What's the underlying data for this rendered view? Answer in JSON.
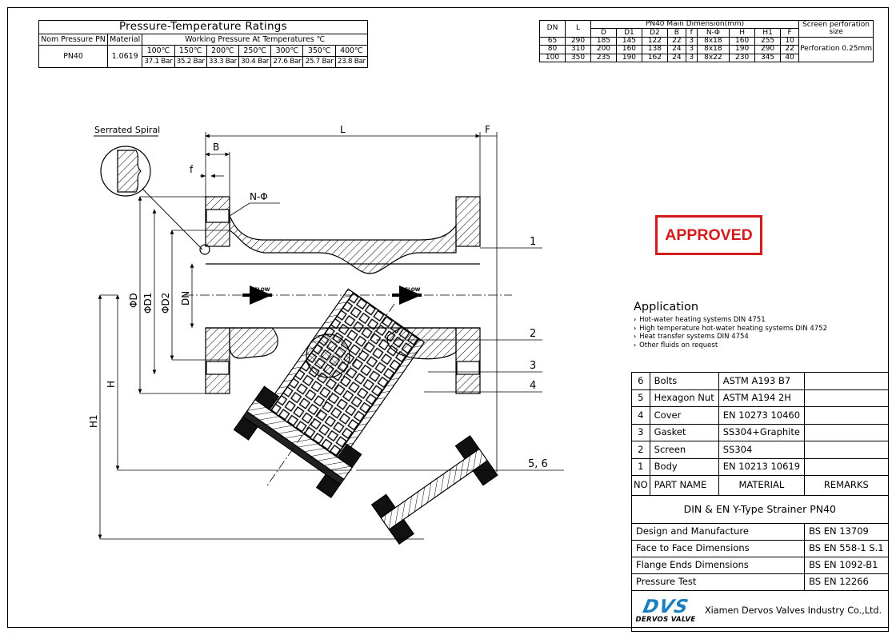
{
  "pt_table": {
    "title": "Pressure-Temperature Ratings",
    "col_nom": "Nom Pressure PN",
    "col_mat": "Material",
    "col_wp": "Working Pressure At Temperatures ℃",
    "nom_value": "PN40",
    "mat_value": "1.0619",
    "temps": [
      "100℃",
      "150℃",
      "200℃",
      "250℃",
      "300℃",
      "350℃",
      "400℃"
    ],
    "pressures": [
      "37.1 Bar",
      "35.2 Bar",
      "33.3 Bar",
      "30.4 Bar",
      "27.6 Bar",
      "25.7 Bar",
      "23.8 Bar"
    ]
  },
  "dim_table": {
    "col_dn": "DN",
    "col_l": "L",
    "group_title": "PN40 Main Dimension(mm)",
    "sub_headers": [
      "D",
      "D1",
      "D2",
      "B",
      "f",
      "N-Φ",
      "H",
      "H1",
      "F"
    ],
    "screen_header": "Screen perforation size",
    "rows": [
      [
        "65",
        "290",
        "185",
        "145",
        "122",
        "22",
        "3",
        "8x18",
        "160",
        "255",
        "10"
      ],
      [
        "80",
        "310",
        "200",
        "160",
        "138",
        "24",
        "3",
        "8x18",
        "190",
        "290",
        "22"
      ],
      [
        "100",
        "350",
        "235",
        "190",
        "162",
        "24",
        "3",
        "8x22",
        "230",
        "345",
        "40"
      ]
    ],
    "perforation": "Perforation 0.25mm"
  },
  "drawing": {
    "serrated_spiral": "Serrated Spiral",
    "dim_L": "L",
    "dim_F": "F",
    "dim_B": "B",
    "dim_f": "f",
    "dim_N": "N-Φ",
    "dim_D": "ΦD",
    "dim_D1": "ΦD1",
    "dim_D2": "ΦD2",
    "dim_DN": "DN",
    "dim_H": "H",
    "dim_H1": "H1",
    "flow_1": "FLOW",
    "flow_2": "FLOW",
    "callout_1": "1",
    "callout_2": "2",
    "callout_3": "3",
    "callout_4": "4",
    "callout_56": "5, 6"
  },
  "stamp": {
    "text": "APPROVED",
    "color": "#d41a1a"
  },
  "application": {
    "title": "Application",
    "items": [
      "Hot-water heating systems DIN 4751",
      "High temperature hot-water heating systems DIN 4752",
      "Heat transfer systems DIN 4754",
      "Other fluids on request"
    ]
  },
  "parts": {
    "rows": [
      {
        "no": "6",
        "name": "Bolts",
        "material": "ASTM A193 B7",
        "remarks": ""
      },
      {
        "no": "5",
        "name": "Hexagon Nut",
        "material": "ASTM A194 2H",
        "remarks": ""
      },
      {
        "no": "4",
        "name": "Cover",
        "material": "EN 10273 10460",
        "remarks": ""
      },
      {
        "no": "3",
        "name": "Gasket",
        "material": "SS304+Graphite",
        "remarks": ""
      },
      {
        "no": "2",
        "name": "Screen",
        "material": "SS304",
        "remarks": ""
      },
      {
        "no": "1",
        "name": "Body",
        "material": "EN 10213 10619",
        "remarks": ""
      }
    ],
    "header": {
      "no": "NO",
      "name": "PART NAME",
      "material": "MATERIAL",
      "remarks": "REMARKS"
    },
    "title": "DIN & EN Y-Type Strainer PN40",
    "standards": [
      {
        "label": "Design and Manufacture",
        "value": "BS EN 13709"
      },
      {
        "label": "Face to Face Dimensions",
        "value": "BS EN 558-1 S.1"
      },
      {
        "label": "Flange Ends Dimensions",
        "value": "BS EN 1092-B1"
      },
      {
        "label": "Pressure Test",
        "value": "BS EN 12266"
      }
    ],
    "logo_mark": "DVS",
    "logo_text": "DERVOS VALVE",
    "logo_color": "#1b7ec0",
    "company": "Xiamen Dervos Valves Industry Co.,Ltd."
  }
}
